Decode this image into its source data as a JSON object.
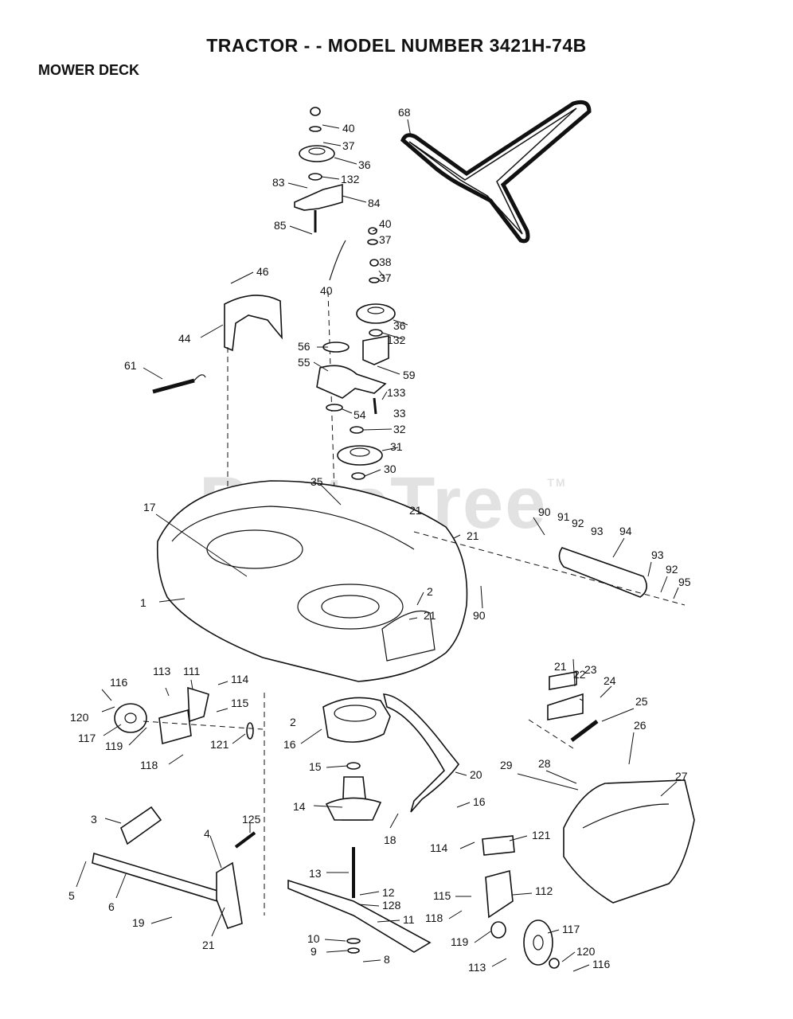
{
  "title": "TRACTOR - - MODEL NUMBER 3421H-74B",
  "section": "MOWER DECK",
  "watermark": {
    "text": "PartsTree",
    "mark": "TM"
  },
  "callouts": [
    "40",
    "37",
    "36",
    "132",
    "83",
    "84",
    "85",
    "68",
    "40",
    "37",
    "38",
    "37",
    "40",
    "36",
    "132",
    "46",
    "44",
    "61",
    "56",
    "55",
    "59",
    "133",
    "54",
    "33",
    "32",
    "31",
    "30",
    "35",
    "21",
    "17",
    "90",
    "91",
    "92",
    "93",
    "94",
    "93",
    "92",
    "95",
    "21",
    "1",
    "2",
    "21",
    "90",
    "116",
    "113",
    "111",
    "114",
    "115",
    "120",
    "117",
    "119",
    "121",
    "118",
    "16",
    "2",
    "15",
    "14",
    "20",
    "18",
    "16",
    "21",
    "22",
    "23",
    "24",
    "25",
    "26",
    "28",
    "29",
    "27",
    "3",
    "4",
    "125",
    "5",
    "6",
    "19",
    "21",
    "13",
    "12",
    "128",
    "11",
    "10",
    "9",
    "8",
    "114",
    "121",
    "115",
    "112",
    "118",
    "119",
    "117",
    "120",
    "113",
    "116"
  ]
}
